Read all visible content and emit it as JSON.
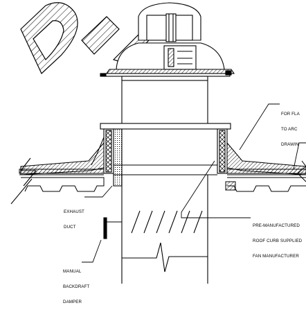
{
  "watermark": {
    "text": "DIE"
  },
  "labels": {
    "flashing_note": [
      "FOR FLA",
      "TO ARC",
      "DRAWIN"
    ],
    "exhaust_duct": [
      "EXHAUST",
      "DUCT"
    ],
    "roof_curb": [
      "PRE-MANUFACTURED",
      "ROOF CURB SUPPLIED",
      "FAN MANUFACTURER"
    ],
    "damper": [
      "MANUAL",
      "BACKDRAFT",
      "DAMPER"
    ]
  }
}
